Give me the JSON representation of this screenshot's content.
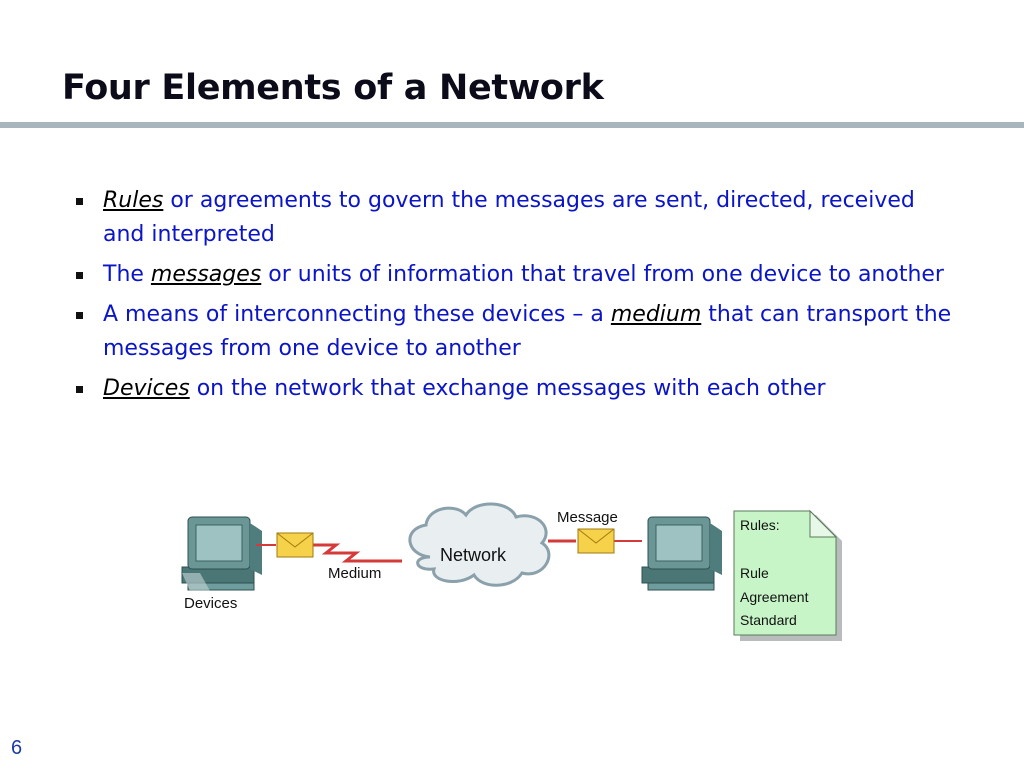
{
  "slide": {
    "title": "Four Elements of a Network",
    "page_number": "6"
  },
  "bullets": [
    {
      "keyword": "Rules",
      "pre": "",
      "post": " or agreements to govern the messages are sent, directed, received and interpreted"
    },
    {
      "pre": "The ",
      "keyword": "messages",
      "post": " or units of information that travel from one device to another"
    },
    {
      "pre": "A means of interconnecting these devices – a ",
      "keyword": "medium",
      "post": " that can transport the messages from one device to another"
    },
    {
      "pre": "",
      "keyword": "Devices",
      "post": " on the network that exchange messages with each other"
    }
  ],
  "figure": {
    "devices_label": "Devices",
    "medium_label": "Medium",
    "network_label": "Network",
    "message_label": "Message",
    "rules_title": "Rules:",
    "rules_items": [
      "Rule",
      "Agreement",
      "Standard"
    ]
  },
  "colors": {
    "text_blue": "#0a14c8",
    "rule_bar": "#a6b6bc",
    "computer": "#5f8f8f",
    "note": "#c8f5c8"
  }
}
